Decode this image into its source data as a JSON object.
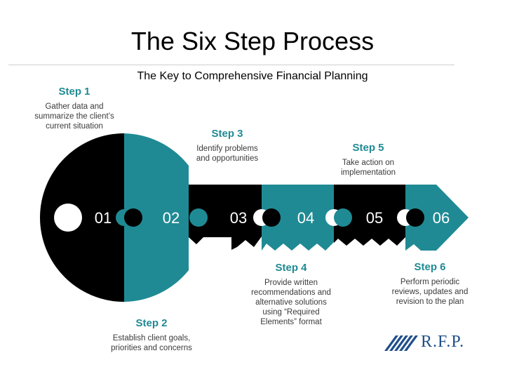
{
  "title": "The Six Step Process",
  "subtitle": "The Key to Comprehensive Financial Planning",
  "colors": {
    "black": "#000000",
    "teal": "#1f8a94",
    "logo": "#1f4f8a"
  },
  "steps": [
    {
      "label": "Step 1",
      "number": "01",
      "description": "Gather data and\nsummarize the client’s\ncurrent situation",
      "color": "black"
    },
    {
      "label": "Step 2",
      "number": "02",
      "description": "Establish client goals,\npriorities and concerns",
      "color": "teal"
    },
    {
      "label": "Step 3",
      "number": "03",
      "description": "Identify problems\nand opportunities",
      "color": "black"
    },
    {
      "label": "Step 4",
      "number": "04",
      "description": "Provide written\nrecommendations and\nalternative solutions\nusing “Required\nElements” format",
      "color": "teal"
    },
    {
      "label": "Step 5",
      "number": "05",
      "description": "Take action on\nimplementation",
      "color": "black"
    },
    {
      "label": "Step 6",
      "number": "06",
      "description": "Perform periodic\nreviews, updates and\nrevision to the plan",
      "color": "teal"
    }
  ],
  "logo": {
    "text": "R.F.P.",
    "icon": "stripes-logo-icon"
  }
}
